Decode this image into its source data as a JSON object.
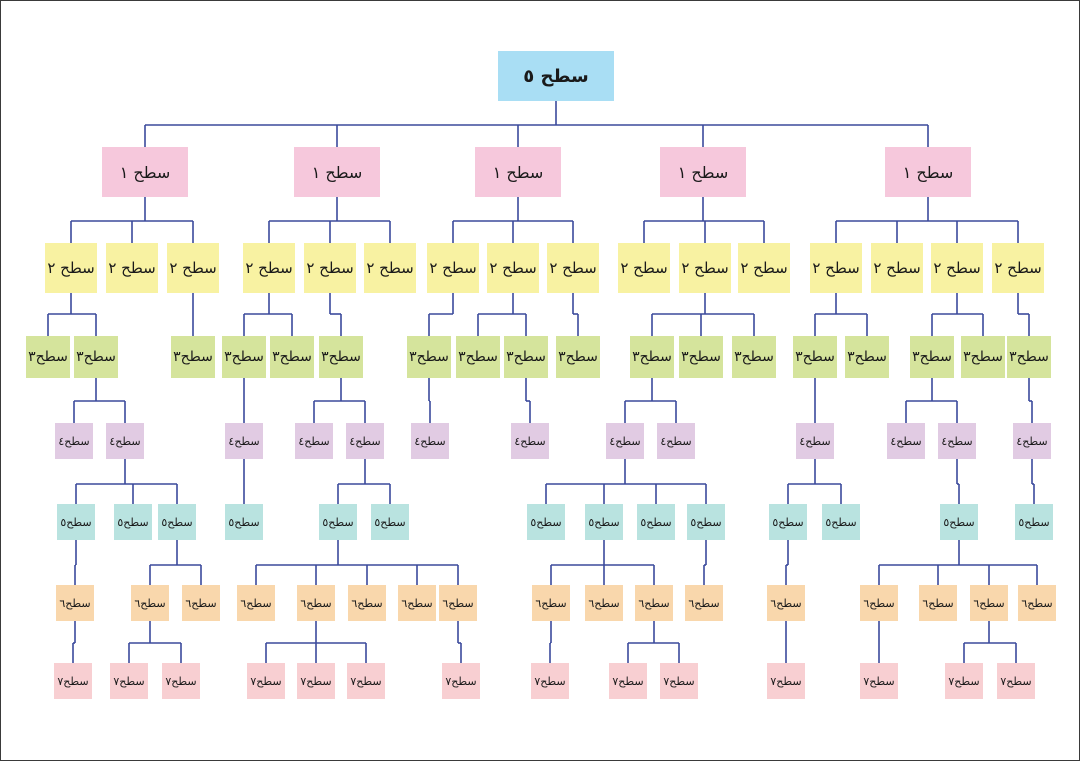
{
  "labels": {
    "lv0": "سطح ٥",
    "lv1": "سطح ١",
    "lv2": "سطح ٢",
    "lv3": "سطح٣",
    "lv4": "سطح٤",
    "lv5": "سطح٥",
    "lv6": "سطح٦",
    "lv7": "سطح٧"
  },
  "colors": {
    "line": "#3b4a9c",
    "lv0": "#a9def4",
    "lv1": "#f6c8dc",
    "lv2": "#f8f2a2",
    "lv3": "#d5e49c",
    "lv4": "#e1cbe3",
    "lv5": "#b9e3e0",
    "lv6": "#f9d7ac",
    "lv7": "#f8cfd2"
  },
  "tree": {
    "id": "root",
    "level": 0,
    "children": [
      {
        "id": "b1",
        "level": 1,
        "children": [
          {
            "id": "b1-2a",
            "level": 2,
            "children": [
              {
                "id": "b1-3a",
                "level": 3
              },
              {
                "id": "b1-3b",
                "level": 3,
                "children": [
                  {
                    "id": "b1-4a",
                    "level": 4
                  },
                  {
                    "id": "b1-4b",
                    "level": 4,
                    "children": [
                      {
                        "id": "b1-5a",
                        "level": 5,
                        "children": [
                          {
                            "id": "b1-6a",
                            "level": 6,
                            "children": [
                              {
                                "id": "b1-7a",
                                "level": 7
                              }
                            ]
                          }
                        ]
                      },
                      {
                        "id": "b1-5b",
                        "level": 5
                      },
                      {
                        "id": "b1-5c",
                        "level": 5,
                        "children": [
                          {
                            "id": "b1-6b",
                            "level": 6,
                            "children": [
                              {
                                "id": "b1-7b",
                                "level": 7
                              },
                              {
                                "id": "b1-7c",
                                "level": 7
                              }
                            ]
                          },
                          {
                            "id": "b1-6c",
                            "level": 6
                          }
                        ]
                      }
                    ]
                  }
                ]
              }
            ]
          },
          {
            "id": "b1-2b",
            "level": 2
          },
          {
            "id": "b1-2c",
            "level": 2,
            "children": [
              {
                "id": "b1-3c",
                "level": 3
              }
            ]
          }
        ]
      },
      {
        "id": "b2",
        "level": 1,
        "children": [
          {
            "id": "b2-2a",
            "level": 2,
            "children": [
              {
                "id": "b2-3a",
                "level": 3,
                "children": [
                  {
                    "id": "b2-4a",
                    "level": 4,
                    "children": [
                      {
                        "id": "b2-5a",
                        "level": 5
                      }
                    ]
                  }
                ]
              },
              {
                "id": "b2-3b",
                "level": 3
              }
            ]
          },
          {
            "id": "b2-2b",
            "level": 2,
            "children": [
              {
                "id": "b2-3c",
                "level": 3,
                "children": [
                  {
                    "id": "b2-4b",
                    "level": 4
                  },
                  {
                    "id": "b2-4c",
                    "level": 4,
                    "children": [
                      {
                        "id": "b2-5b",
                        "level": 5,
                        "children": [
                          {
                            "id": "b2-6a",
                            "level": 6
                          },
                          {
                            "id": "b2-6b",
                            "level": 6,
                            "children": [
                              {
                                "id": "b2-7a",
                                "level": 7
                              },
                              {
                                "id": "b2-7b",
                                "level": 7
                              },
                              {
                                "id": "b2-7c",
                                "level": 7
                              }
                            ]
                          },
                          {
                            "id": "b2-6c",
                            "level": 6
                          },
                          {
                            "id": "b2-6d",
                            "level": 6
                          },
                          {
                            "id": "b2-6e",
                            "level": 6,
                            "children": [
                              {
                                "id": "b2-7d",
                                "level": 7
                              }
                            ]
                          }
                        ]
                      },
                      {
                        "id": "b2-5c",
                        "level": 5
                      }
                    ]
                  }
                ]
              }
            ]
          },
          {
            "id": "b2-2c",
            "level": 2
          }
        ]
      },
      {
        "id": "b3",
        "level": 1,
        "children": [
          {
            "id": "b3-2a",
            "level": 2,
            "children": [
              {
                "id": "b3-3a",
                "level": 3,
                "children": [
                  {
                    "id": "b3-4a",
                    "level": 4
                  }
                ]
              }
            ]
          },
          {
            "id": "b3-2b",
            "level": 2,
            "children": [
              {
                "id": "b3-3b",
                "level": 3
              },
              {
                "id": "b3-3c",
                "level": 3,
                "children": [
                  {
                    "id": "b3-4b",
                    "level": 4
                  }
                ]
              }
            ]
          },
          {
            "id": "b3-2c",
            "level": 2,
            "children": [
              {
                "id": "b3-3d",
                "level": 3
              }
            ]
          }
        ]
      },
      {
        "id": "b4",
        "level": 1,
        "children": [
          {
            "id": "b4-2a",
            "level": 2
          },
          {
            "id": "b4-2b",
            "level": 2,
            "children": [
              {
                "id": "b4-3a",
                "level": 3,
                "children": [
                  {
                    "id": "b4-4a",
                    "level": 4,
                    "children": [
                      {
                        "id": "b4-5a",
                        "level": 5
                      },
                      {
                        "id": "b4-5b",
                        "level": 5,
                        "children": [
                          {
                            "id": "b4-6a",
                            "level": 6,
                            "children": [
                              {
                                "id": "b4-7a",
                                "level": 7
                              }
                            ]
                          },
                          {
                            "id": "b4-6b",
                            "level": 6
                          },
                          {
                            "id": "b4-6c",
                            "level": 6,
                            "children": [
                              {
                                "id": "b4-7b",
                                "level": 7
                              },
                              {
                                "id": "b4-7c",
                                "level": 7
                              }
                            ]
                          }
                        ]
                      },
                      {
                        "id": "b4-5c",
                        "level": 5
                      },
                      {
                        "id": "b4-5d",
                        "level": 5,
                        "children": [
                          {
                            "id": "b4-6d",
                            "level": 6
                          }
                        ]
                      }
                    ]
                  },
                  {
                    "id": "b4-4b",
                    "level": 4
                  }
                ]
              },
              {
                "id": "b4-3b",
                "level": 3
              },
              {
                "id": "b4-3c",
                "level": 3
              }
            ]
          },
          {
            "id": "b4-2c",
            "level": 2
          }
        ]
      },
      {
        "id": "b5",
        "level": 1,
        "children": [
          {
            "id": "b5-2a",
            "level": 2,
            "children": [
              {
                "id": "b5-3a",
                "level": 3,
                "children": [
                  {
                    "id": "b5-4a",
                    "level": 4,
                    "children": [
                      {
                        "id": "b5-5a",
                        "level": 5,
                        "children": [
                          {
                            "id": "b5-6a",
                            "level": 6,
                            "children": [
                              {
                                "id": "b5-7a",
                                "level": 7
                              }
                            ]
                          }
                        ]
                      },
                      {
                        "id": "b5-5b",
                        "level": 5
                      }
                    ]
                  }
                ]
              },
              {
                "id": "b5-3b",
                "level": 3
              }
            ]
          },
          {
            "id": "b5-2b",
            "level": 2
          },
          {
            "id": "b5-2c",
            "level": 2,
            "children": [
              {
                "id": "b5-3c",
                "level": 3,
                "children": [
                  {
                    "id": "b5-4b",
                    "level": 4
                  },
                  {
                    "id": "b5-4c",
                    "level": 4,
                    "children": [
                      {
                        "id": "b5-5c",
                        "level": 5,
                        "children": [
                          {
                            "id": "b5-6b",
                            "level": 6,
                            "children": [
                              {
                                "id": "b5-7b",
                                "level": 7
                              }
                            ]
                          },
                          {
                            "id": "b5-6c",
                            "level": 6
                          },
                          {
                            "id": "b5-6d",
                            "level": 6,
                            "children": [
                              {
                                "id": "b5-7c",
                                "level": 7
                              },
                              {
                                "id": "b5-7d",
                                "level": 7
                              }
                            ]
                          },
                          {
                            "id": "b5-6e",
                            "level": 6
                          }
                        ]
                      }
                    ]
                  }
                ]
              },
              {
                "id": "b5-3d",
                "level": 3
              }
            ]
          },
          {
            "id": "b5-2d",
            "level": 2,
            "children": [
              {
                "id": "b5-3e",
                "level": 3,
                "children": [
                  {
                    "id": "b5-4d",
                    "level": 4,
                    "children": [
                      {
                        "id": "b5-5d",
                        "level": 5
                      }
                    ]
                  }
                ]
              }
            ]
          }
        ]
      }
    ]
  }
}
